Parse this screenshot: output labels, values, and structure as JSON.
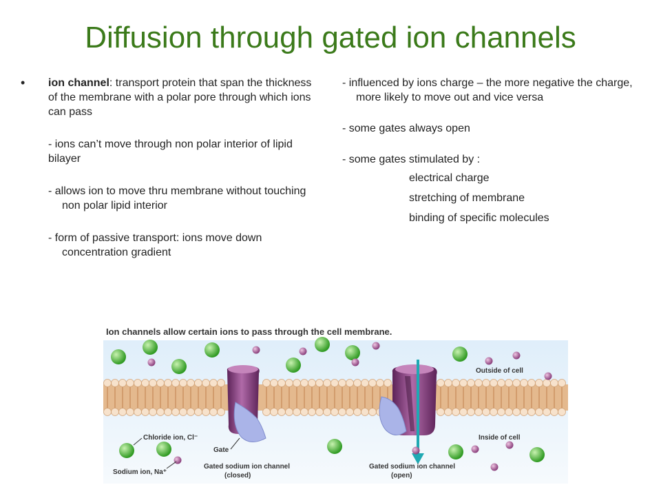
{
  "slide": {
    "title": "Diffusion through gated ion channels"
  },
  "left": {
    "bullet_term": "ion channel",
    "bullet_def": ":  transport protein that span the thickness of  the membrane with a polar pore through which ions can pass",
    "sub_items": [
      "-  ions can’t move through non polar interior of lipid bilayer",
      "-  allows ion to move thru membrane without touching non polar lipid interior",
      "-  form of passive transport: ions move down concentration gradient"
    ]
  },
  "right": {
    "items": [
      "-  influenced by ions charge – the more negative the charge, more likely to move out and vice versa",
      "-  some gates always open",
      "-  some gates stimulated by :"
    ],
    "stimuli": [
      "electrical charge",
      "stretching of membrane",
      "binding of specific molecules"
    ]
  },
  "figure": {
    "caption": "Ion channels allow certain ions to pass through the cell membrane.",
    "label_outside": "Outside of cell",
    "label_inside": "Inside of cell",
    "label_chloride": "Chloride ion, Cl⁻",
    "label_sodium": "Sodium ion, Na⁺",
    "label_gate": "Gate",
    "label_closed": "Gated sodium ion channel",
    "label_closed_state": "(closed)",
    "label_open": "Gated sodium ion channel",
    "label_open_state": "(open)",
    "colors": {
      "bg_top": "#e8f2fa",
      "membrane_head": "#f4dcc4",
      "membrane_tail": "#d9a77a",
      "chloride": "#4fc43a",
      "sodium": "#b86aa6",
      "channel": "#7e3a7a",
      "gate": "#a9b3e6",
      "arrow": "#1fa9b3"
    }
  }
}
